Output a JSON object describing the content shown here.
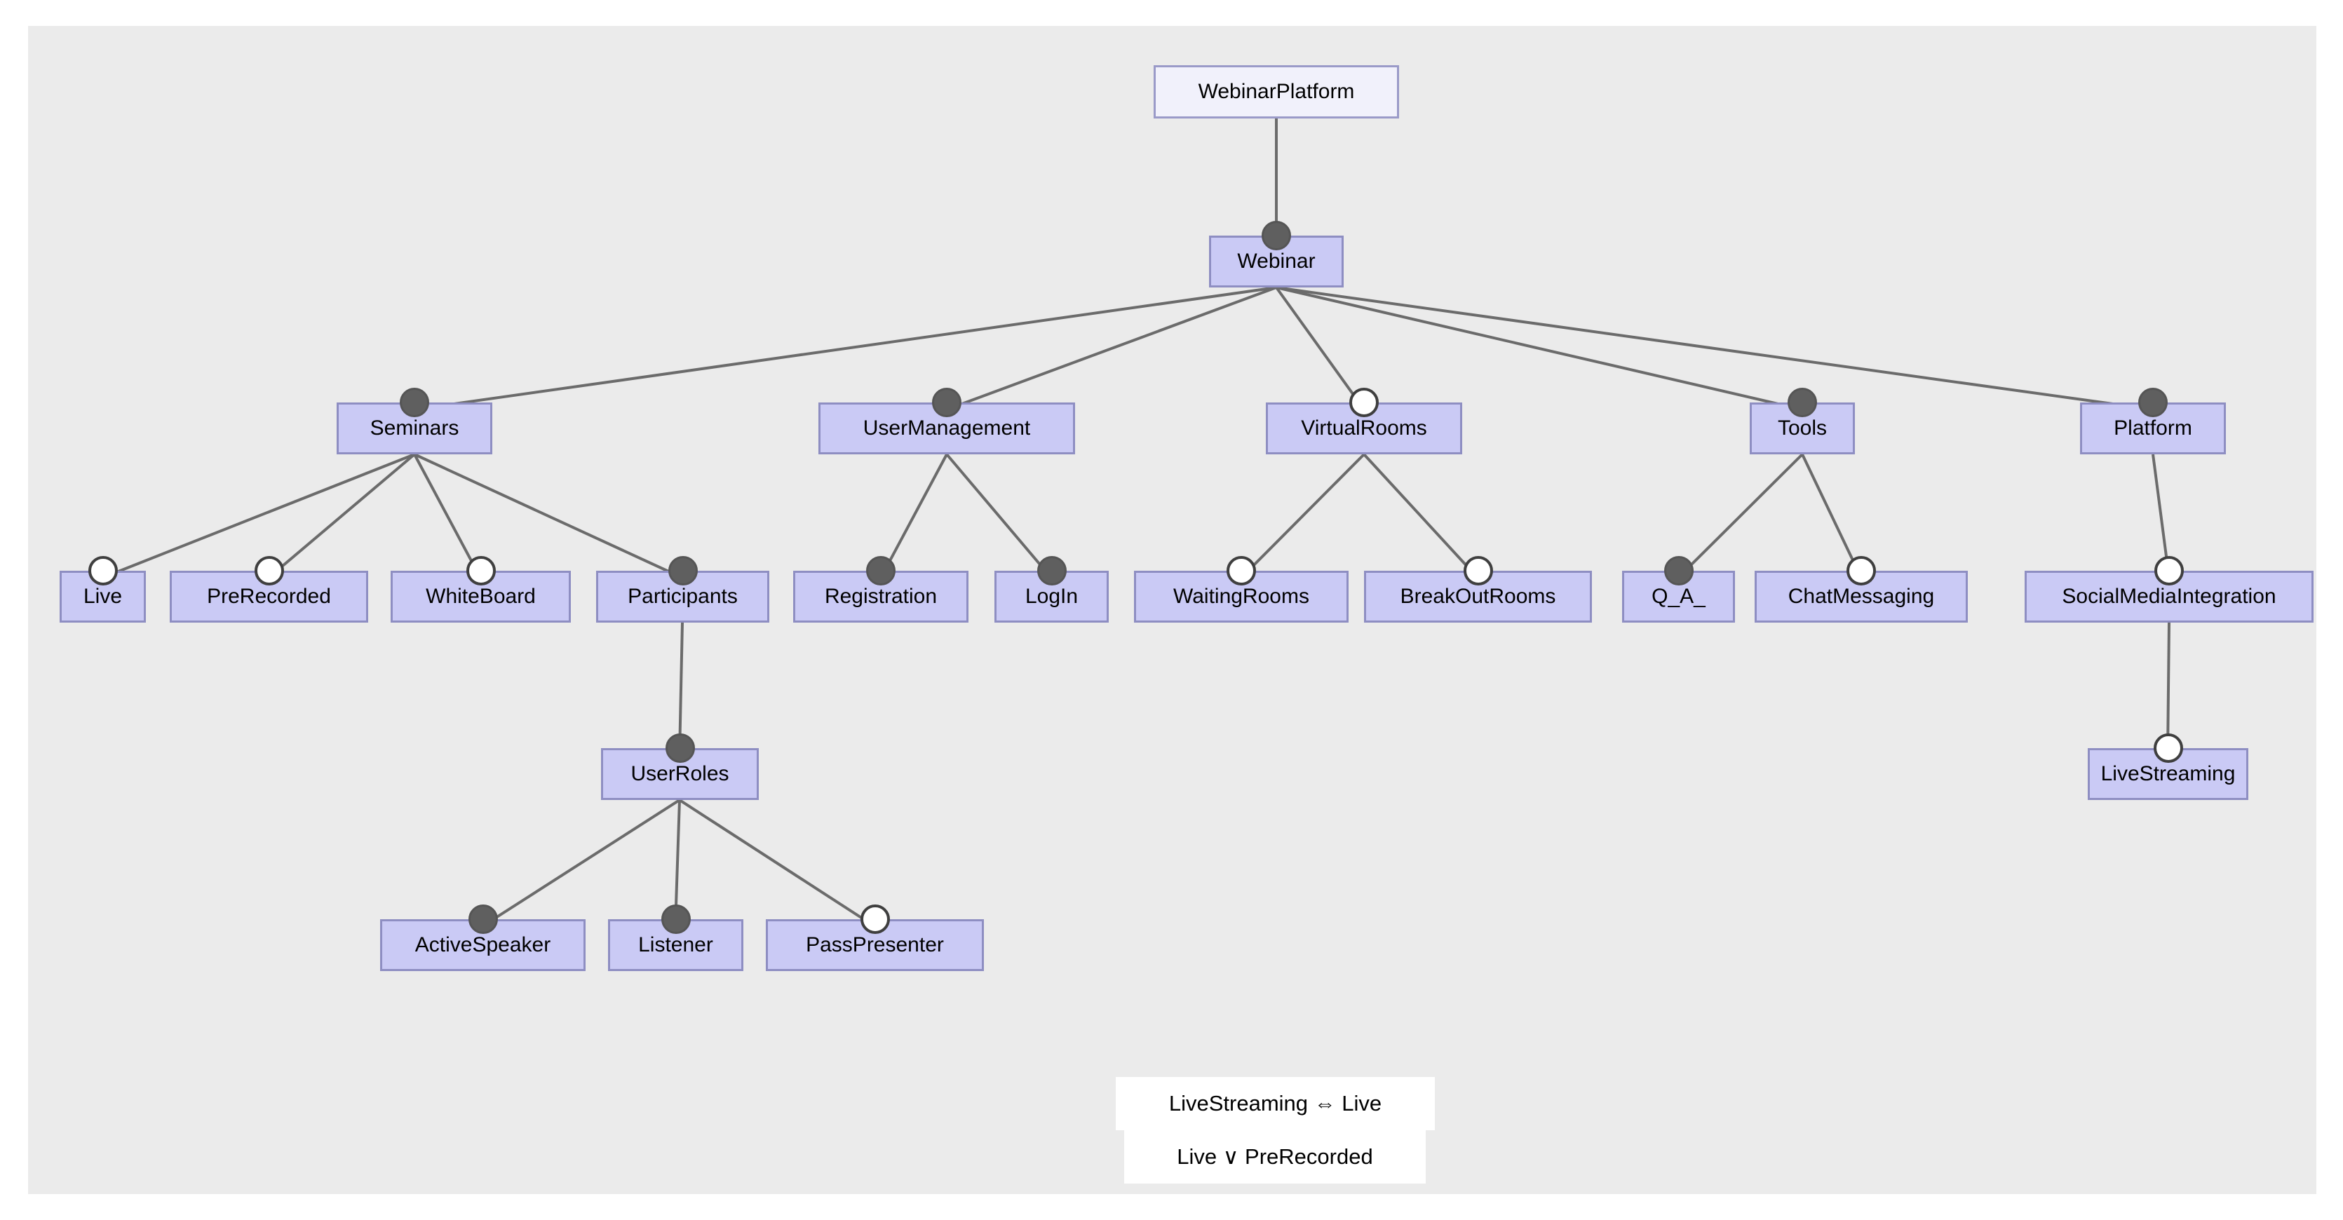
{
  "diagram_type": "feature-model-tree",
  "colors": {
    "page_background": "#ffffff",
    "canvas_background": "#ebebeb",
    "node_fill": "#cacaf5",
    "root_node_fill": "#f1f1fb",
    "node_border": "#8e8ec2",
    "edge": "#6b6b6b",
    "mandatory_indicator_fill": "#5f5f5f",
    "optional_indicator_fill": "#ffffff",
    "optional_indicator_border": "#3f3f3f",
    "constraint_background": "#ffffff",
    "text": "#000000"
  },
  "features": {
    "webinar_platform": {
      "label": "WebinarPlatform",
      "relation": "root",
      "children": [
        "webinar"
      ]
    },
    "webinar": {
      "label": "Webinar",
      "relation": "mandatory",
      "children": [
        "seminars",
        "user_management",
        "virtual_rooms",
        "tools",
        "platform"
      ]
    },
    "seminars": {
      "label": "Seminars",
      "relation": "mandatory",
      "children": [
        "live",
        "pre_recorded",
        "white_board",
        "participants"
      ]
    },
    "user_management": {
      "label": "UserManagement",
      "relation": "mandatory",
      "children": [
        "registration",
        "log_in"
      ]
    },
    "virtual_rooms": {
      "label": "VirtualRooms",
      "relation": "optional",
      "children": [
        "waiting_rooms",
        "break_out_rooms"
      ]
    },
    "tools": {
      "label": "Tools",
      "relation": "mandatory",
      "children": [
        "q_a",
        "chat_messaging"
      ]
    },
    "platform": {
      "label": "Platform",
      "relation": "mandatory",
      "children": [
        "social_media_integration"
      ]
    },
    "live": {
      "label": "Live",
      "relation": "optional",
      "children": []
    },
    "pre_recorded": {
      "label": "PreRecorded",
      "relation": "optional",
      "children": []
    },
    "white_board": {
      "label": "WhiteBoard",
      "relation": "optional",
      "children": []
    },
    "participants": {
      "label": "Participants",
      "relation": "mandatory",
      "children": [
        "user_roles"
      ]
    },
    "registration": {
      "label": "Registration",
      "relation": "mandatory",
      "children": []
    },
    "log_in": {
      "label": "LogIn",
      "relation": "mandatory",
      "children": []
    },
    "waiting_rooms": {
      "label": "WaitingRooms",
      "relation": "optional",
      "children": []
    },
    "break_out_rooms": {
      "label": "BreakOutRooms",
      "relation": "optional",
      "children": []
    },
    "q_a": {
      "label": "Q_A_",
      "relation": "mandatory",
      "children": []
    },
    "chat_messaging": {
      "label": "ChatMessaging",
      "relation": "optional",
      "children": []
    },
    "social_media_integration": {
      "label": "SocialMediaIntegration",
      "relation": "optional",
      "children": [
        "live_streaming"
      ]
    },
    "user_roles": {
      "label": "UserRoles",
      "relation": "mandatory",
      "children": [
        "active_speaker",
        "listener",
        "pass_presenter"
      ]
    },
    "live_streaming": {
      "label": "LiveStreaming",
      "relation": "optional",
      "children": []
    },
    "active_speaker": {
      "label": "ActiveSpeaker",
      "relation": "mandatory",
      "children": []
    },
    "listener": {
      "label": "Listener",
      "relation": "mandatory",
      "children": []
    },
    "pass_presenter": {
      "label": "PassPresenter",
      "relation": "optional",
      "children": []
    }
  },
  "constraints": [
    {
      "text": "LiveStreaming ⇔ Live"
    },
    {
      "text": "Live ∨ PreRecorded"
    }
  ]
}
